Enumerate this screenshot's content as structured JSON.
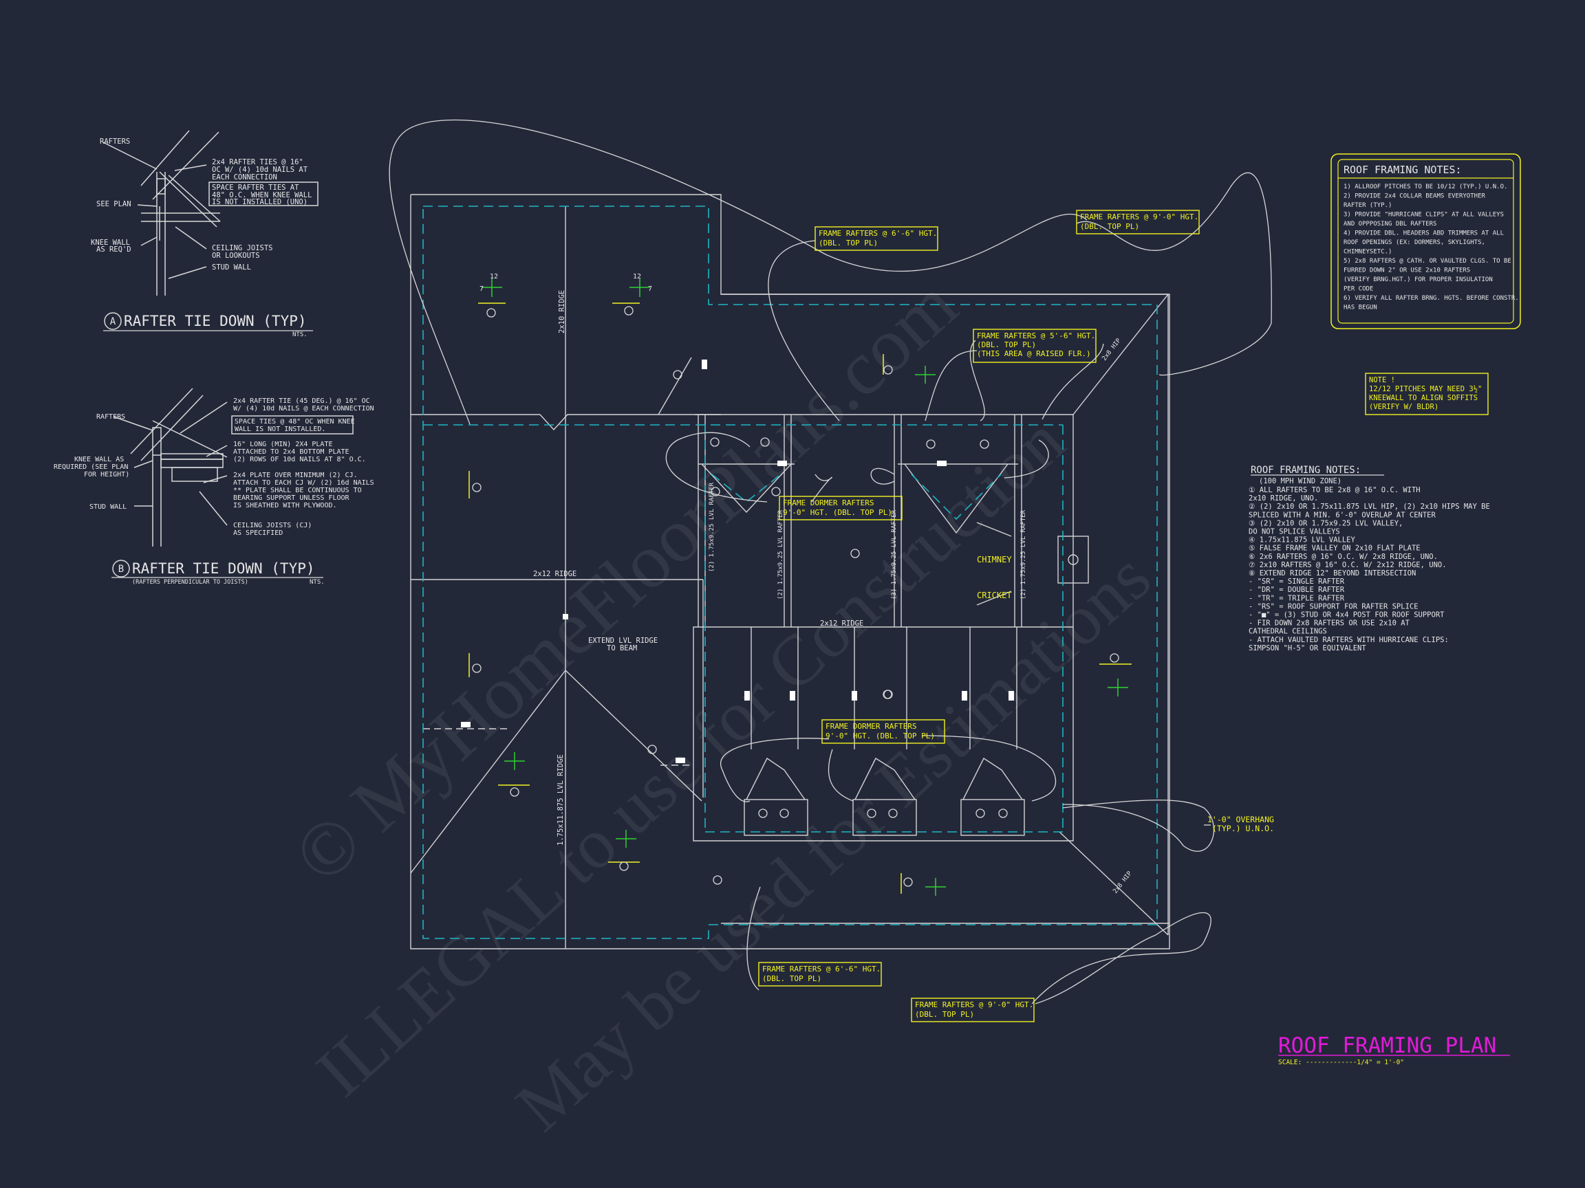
{
  "watermark": {
    "line1": "© MyHomeFloorPlans.com",
    "line2": "ILLEGAL to use for Construction",
    "line3": "May be used for Estimations"
  },
  "detail_a": {
    "marker": "A",
    "title": "RAFTER TIE DOWN (TYP)",
    "scale": "NTS.",
    "labels": {
      "rafters": "RAFTERS",
      "see_plan": "SEE PLAN",
      "knee_wall_1": "KNEE WALL",
      "knee_wall_2": "AS REQ'D",
      "ties_1": "2x4 RAFTER TIES @ 16\"",
      "ties_2": "OC W/ (4) 10d NAILS AT",
      "ties_3": "EACH CONNECTION",
      "space_1": "SPACE RAFTER TIES AT",
      "space_2": "48\" O.C. WHEN KNEE WALL",
      "space_3": "IS NOT INSTALLED (UNO)",
      "ceiling_1": "CEILING JOISTS",
      "ceiling_2": "OR LOOKOUTS",
      "stud": "STUD WALL"
    }
  },
  "detail_b": {
    "marker": "B",
    "title": "RAFTER TIE DOWN (TYP)",
    "subtitle": "(RAFTERS PERPENDICULAR TO JOISTS)",
    "scale": "NTS.",
    "labels": {
      "rafters": "RAFTERS",
      "knee_1": "KNEE WALL AS",
      "knee_2": "REQUIRED (SEE PLAN",
      "knee_3": "FOR HEIGHT)",
      "stud": "STUD WALL",
      "tie_1": "2x4 RAFTER TIE (45 DEG.) @ 16\" OC",
      "tie_2": "W/ (4) 10d NAILS @ EACH CONNECTION",
      "space_1": "SPACE TIES @ 48\" OC WHEN KNEE",
      "space_2": "WALL IS NOT INSTALLED.",
      "plate_1": "16\" LONG (MIN) 2X4 PLATE",
      "plate_2": "ATTACHED TO 2x4 BOTTOM PLATE",
      "plate_3": "(2) ROWS OF 10d NAILS AT 8\" O.C.",
      "over_1": "2x4 PLATE OVER MINIMUM (2) CJ.",
      "over_2": "ATTACH TO EACH CJ W/ (2) 16d NAILS",
      "over_3": "** PLATE SHALL BE CONTINUOUS TO",
      "over_4": "BEARING SUPPORT UNLESS FLOOR",
      "over_5": "IS SHEATHED WITH PLYWOOD.",
      "cj_1": "CEILING JOISTS (CJ)",
      "cj_2": "AS SPECIFIED"
    }
  },
  "plan_labels": {
    "ridge_2x10": "2x10 RIDGE",
    "ridge_2x12_left": "2x12 RIDGE",
    "ridge_2x12_mid": "2x12 RIDGE",
    "lvl_ridge": "1.75x11.875 LVL RIDGE",
    "lvl_rafter_1": "(2) 1.75x9.25 LVL RAFTER",
    "lvl_rafter_2": "(2) 1.75x9.25 LVL RAFTER",
    "lvl_rafter_3": "(3) 1.75x9.25 LVL RAFTER",
    "lvl_rafter_4": "(2) 1.75x9.25 LVL RAFTER",
    "extend_1": "EXTEND LVL RIDGE",
    "extend_2": "TO BEAM",
    "chimney": "CHIMNEY",
    "cricket": "CRICKET",
    "hip_top": "2x8 HIP",
    "hip_bottom": "2x8 HIP",
    "overhang_1": "1'-0\" OVERHANG",
    "overhang_2": "(TYP.) U.N.O."
  },
  "callouts": {
    "c1": [
      "FRAME RAFTERS @ 6'-6\" HGT.",
      "(DBL. TOP PL)"
    ],
    "c2": [
      "FRAME RAFTERS @ 9'-0\" HGT.",
      "(DBL. TOP PL)"
    ],
    "c3": [
      "FRAME RAFTERS @ 5'-6\" HGT.",
      "(DBL. TOP PL)",
      "(THIS AREA @ RAISED FLR.)"
    ],
    "c4": [
      "FRAME DORMER RAFTERS",
      "9'-0\" HGT. (DBL. TOP PL)"
    ],
    "c5": [
      "FRAME DORMER RAFTERS",
      "9'-0\" HGT. (DBL. TOP PL)"
    ],
    "c6": [
      "FRAME RAFTERS @ 6'-6\" HGT.",
      "(DBL. TOP PL)"
    ],
    "c7": [
      "FRAME RAFTERS @ 9'-0\" HGT.",
      "(DBL. TOP PL)"
    ],
    "note": [
      "NOTE !",
      "12/12 PITCHES MAY NEED 3½\"",
      "KNEEWALL TO ALIGN SOFFITS",
      "(VERIFY W/ BLDR)"
    ]
  },
  "notes_box": {
    "title": "ROOF FRAMING NOTES:",
    "lines": [
      "1) ALLROOF PITCHES TO BE 10/12 (TYP.) U.N.O.",
      "2) PROVIDE 2x4 COLLAR BEAMS EVERYOTHER",
      "   RAFTER (TYP.)",
      "3) PROVIDE \"HURRICANE CLIPS\" AT ALL VALLEYS",
      "   AND OPPPOSING DBL RAFTERS",
      "4) PROVIDE DBL. HEADERS ABD TRIMMERS AT ALL",
      "   ROOF OPENINGS (EX: DORMERS, SKYLIGHTS,",
      "   CHIMNEYSETC.)",
      "5) 2x8 RAFTERS @ CATH. OR VAULTED CLGS. TO BE",
      "   FURRED DOWN 2\" OR USE 2x10 RAFTERS",
      "   (VERIFY BRNG.HGT.) FOR PROPER INSULATION",
      "   PER CODE",
      "6) VERIFY ALL RAFTER BRNG. HGTS. BEFORE CONSTR.",
      "   HAS BEGUN"
    ]
  },
  "notes_list": {
    "title": "ROOF FRAMING NOTES:",
    "subtitle": "(100 MPH WIND ZONE)",
    "lines": [
      "① ALL RAFTERS TO BE 2x8 @ 16\" O.C. WITH",
      "   2x10 RIDGE, UNO.",
      "② (2) 2x10 OR 1.75x11.875 LVL HIP, (2) 2x10 HIPS MAY BE",
      "   SPLICED WITH A MIN. 6'-0\" OVERLAP AT CENTER",
      "③ (2) 2x10 OR 1.75x9.25 LVL VALLEY,",
      "   DO NOT SPLICE VALLEYS",
      "④ 1.75x11.875 LVL VALLEY",
      "⑤ FALSE FRAME VALLEY ON 2x10 FLAT PLATE",
      "⑥ 2x6 RAFTERS @ 16\" O.C. W/ 2x8 RIDGE, UNO.",
      "⑦ 2x10 RAFTERS @ 16\" O.C. W/ 2x12 RIDGE, UNO.",
      "⑧ EXTEND RIDGE 12\" BEYOND INTERSECTION",
      "- \"SR\" = SINGLE RAFTER",
      "- \"DR\" = DOUBLE RAFTER",
      "- \"TR\" = TRIPLE RAFTER",
      "- \"RS\" = ROOF SUPPORT FOR RAFTER SPLICE",
      "- \"■\" = (3) STUD OR 4x4 POST FOR ROOF SUPPORT",
      "- FIR DOWN 2x8 RAFTERS OR USE 2x10 AT",
      "  CATHEDRAL CEILINGS",
      "- ATTACH VAULTED RAFTERS WITH HURRICANE CLIPS:",
      "  SIMPSON \"H-5\" OR EQUIVALENT"
    ]
  },
  "title_block": {
    "title": "ROOF FRAMING PLAN",
    "scale": "SCALE: -------------1/4\" = 1'-0\""
  },
  "pitch": {
    "rise": "12",
    "run": "7"
  },
  "colors": {
    "background": "#232839",
    "linework": "#d8d8d8",
    "overhang": "#1fb5c2",
    "callout": "#f2f220",
    "title": "#e21ad8",
    "pitch_mark": "#2fd12f"
  }
}
